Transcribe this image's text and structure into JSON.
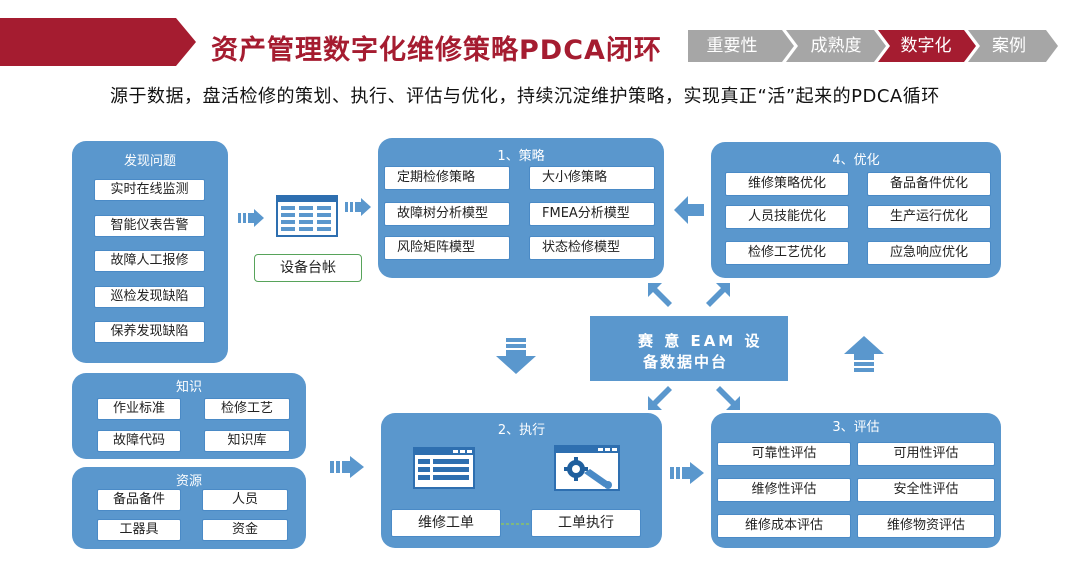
{
  "header": {
    "title": "资产管理数字化维修策略PDCA闭环",
    "subtitle": "源于数据，盘活检修的策划、执行、评估与优化，持续沉淀维护策略，实现真正“活”起来的PDCA循环",
    "steps": [
      {
        "label": "重要性",
        "state": "inactive"
      },
      {
        "label": "成熟度",
        "state": "inactive"
      },
      {
        "label": "数字化",
        "state": "active"
      },
      {
        "label": "案例",
        "state": "inactive"
      }
    ]
  },
  "discover": {
    "title": "发现问题",
    "items": [
      "实时在线监测",
      "智能仪表告警",
      "故障人工报修",
      "巡检发现缺陷",
      "保养发现缺陷"
    ]
  },
  "ledger": {
    "label": "设备台帐"
  },
  "knowledge": {
    "title": "知识",
    "items": [
      "作业标准",
      "检修工艺",
      "故障代码",
      "知识库"
    ]
  },
  "resources": {
    "title": "资源",
    "items": [
      "备品备件",
      "人员",
      "工器具",
      "资金"
    ]
  },
  "strategy": {
    "title": "1、策略",
    "items": [
      "定期检修策略",
      "大小修策略",
      "故障树分析模型",
      "FMEA分析模型",
      "风险矩阵模型",
      "状态检修模型"
    ]
  },
  "execute": {
    "title": "2、执行",
    "items": [
      "维修工单",
      "工单执行"
    ]
  },
  "evaluate": {
    "title": "3、评估",
    "items": [
      "可靠性评估",
      "可用性评估",
      "维修性评估",
      "安全性评估",
      "维修成本评估",
      "维修物资评估"
    ]
  },
  "optimize": {
    "title": "4、优化",
    "items": [
      "维修策略优化",
      "备品备件优化",
      "人员技能优化",
      "生产运行优化",
      "检修工艺优化",
      "应急响应优化"
    ]
  },
  "center": {
    "line1": "赛 意 EAM 设",
    "line2": "备数据中台"
  },
  "colors": {
    "brand": "#a51c30",
    "panel": "#5a97cd",
    "step_inactive": "#a6a6a6",
    "step_active": "#a51c30"
  },
  "icons": [
    "table-icon",
    "form-icon",
    "wrench-gear-icon",
    "arrow-right-icon",
    "arrow-left-icon",
    "arrow-up-icon",
    "arrow-down-icon",
    "arrow-diagonal-icon"
  ]
}
